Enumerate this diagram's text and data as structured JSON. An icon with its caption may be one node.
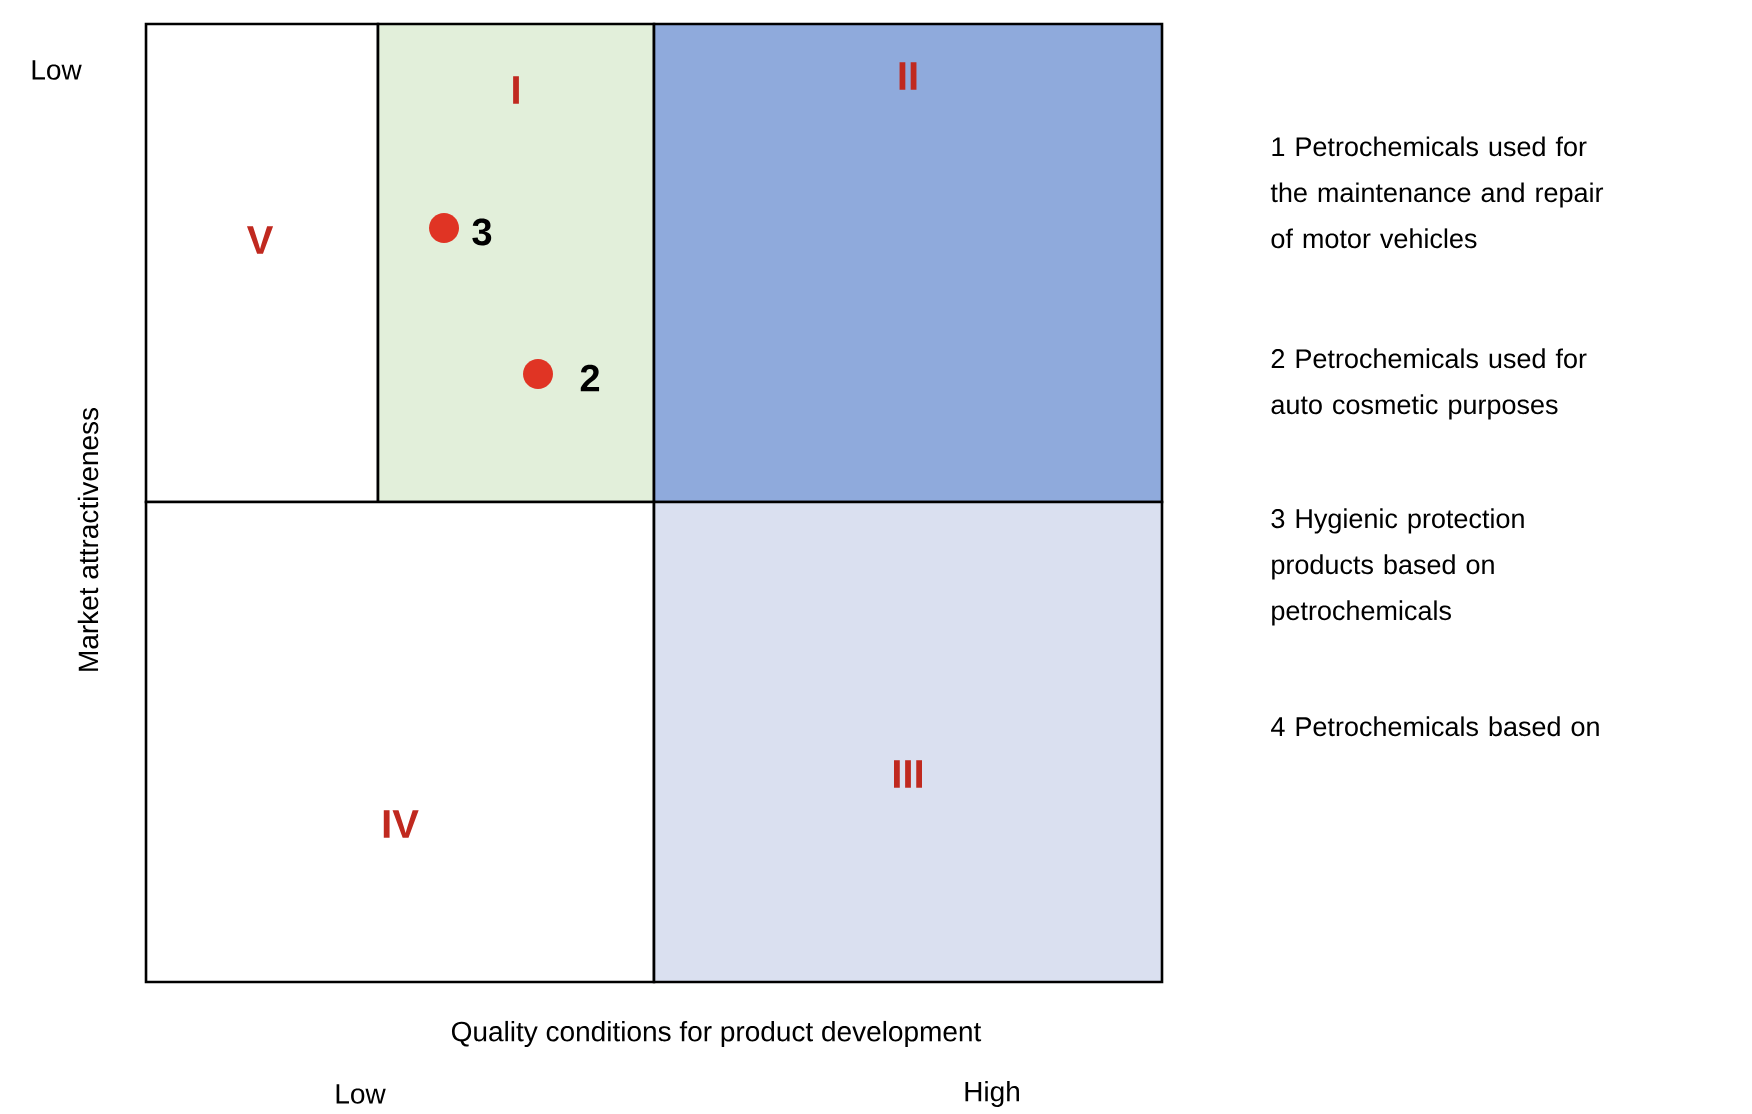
{
  "diagram": {
    "nodes": [
      {
        "text": [
          "V"
        ]
      },
      {
        "text": [
          "I"
        ]
      },
      {
        "text": [
          "II"
        ]
      },
      {
        "text": [
          "IV"
        ]
      },
      {
        "text": [
          "III"
        ]
      },
      {
        "text": [
          "3"
        ],
        "in": 1
      },
      {
        "text": [
          "2"
        ],
        "in": 1
      }
    ],
    "labels": [
      "Low",
      "Market attractiveness",
      "1 Petrochemicals used for the maintenance and repair of motor vehicles",
      "2 Petrochemicals used for auto cosmetic purposes",
      "3 Hygienic protection products based on petrochemicals",
      "4 Petrochemicals based on",
      "Quality conditions for product development",
      "Low",
      "High"
    ]
  }
}
